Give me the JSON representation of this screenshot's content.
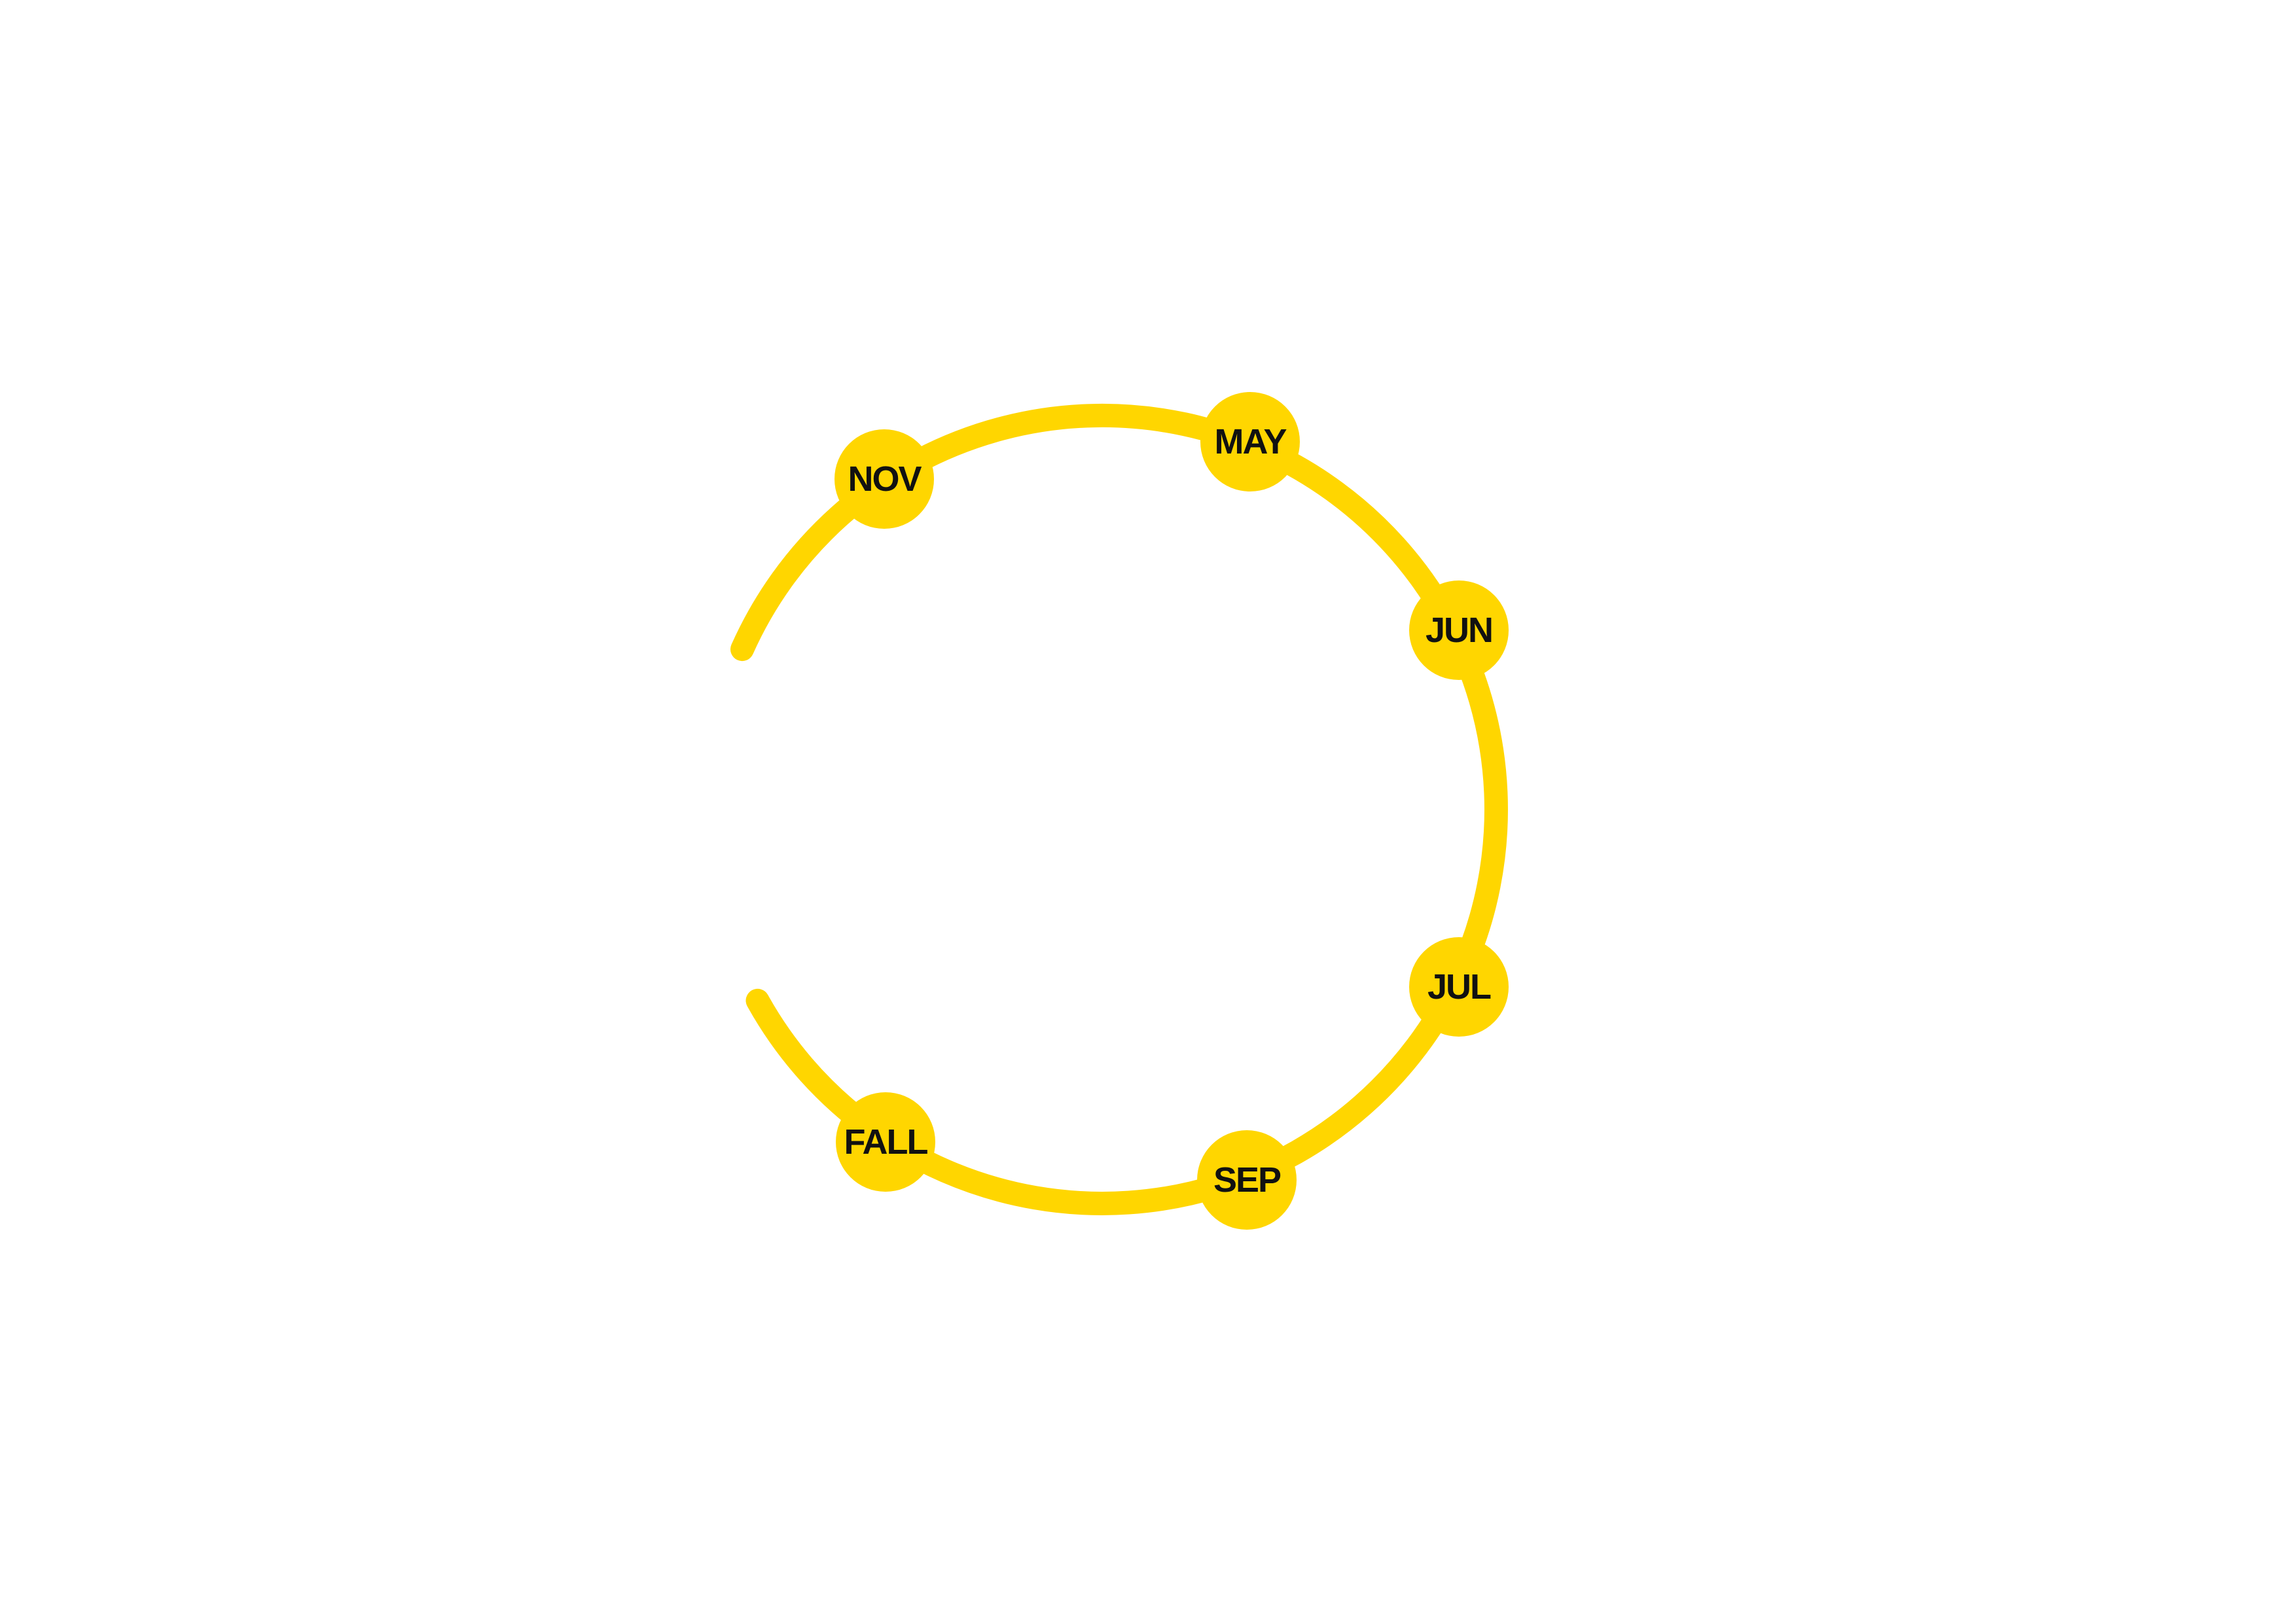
{
  "colors": {
    "background": "#ffffff",
    "accent": "#FFD600",
    "label": "#111111"
  },
  "diagram": {
    "type": "circular-timeline",
    "nodes": [
      {
        "id": "nov",
        "label": "NOV"
      },
      {
        "id": "may",
        "label": "MAY"
      },
      {
        "id": "jun",
        "label": "JUN"
      },
      {
        "id": "jul",
        "label": "JUL"
      },
      {
        "id": "sep",
        "label": "SEP"
      },
      {
        "id": "fall",
        "label": "FALL"
      }
    ]
  }
}
